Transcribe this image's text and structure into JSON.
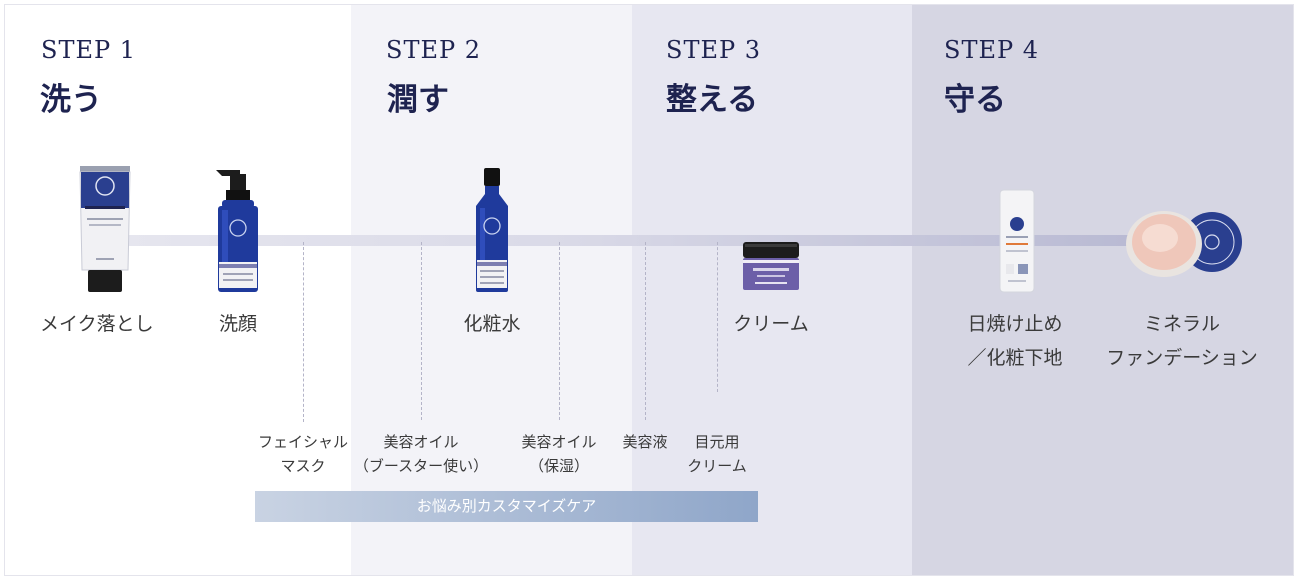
{
  "steps": [
    {
      "label": "STEP 1",
      "title": "洗う"
    },
    {
      "label": "STEP 2",
      "title": "潤す"
    },
    {
      "label": "STEP 3",
      "title": "整える"
    },
    {
      "label": "STEP 4",
      "title": "守る"
    }
  ],
  "products": {
    "makeup_remover": "メイク落とし",
    "face_wash": "洗顔",
    "toner": "化粧水",
    "cream": "クリーム",
    "sunscreen_line1": "日焼け止め",
    "sunscreen_line2": "／化粧下地",
    "foundation_line1": "ミネラル",
    "foundation_line2": "ファンデーション"
  },
  "optional_items": {
    "facial_mask_line1": "フェイシャル",
    "facial_mask_line2": "マスク",
    "oil_booster_line1": "美容オイル",
    "oil_booster_line2": "（ブースター使い）",
    "oil_moist_line1": "美容オイル",
    "oil_moist_line2": "（保湿）",
    "serum": "美容液",
    "eye_cream_line1": "目元用",
    "eye_cream_line2": "クリーム"
  },
  "banner": {
    "label": "お悩み別カスタマイズケア"
  },
  "colors": {
    "heading": "#1e2350",
    "bottle_blue": "#1f3a9c",
    "jar_lid": "#6c5fa8",
    "banner_start": "#c9d3e3",
    "banner_end": "#8fa6c9"
  }
}
